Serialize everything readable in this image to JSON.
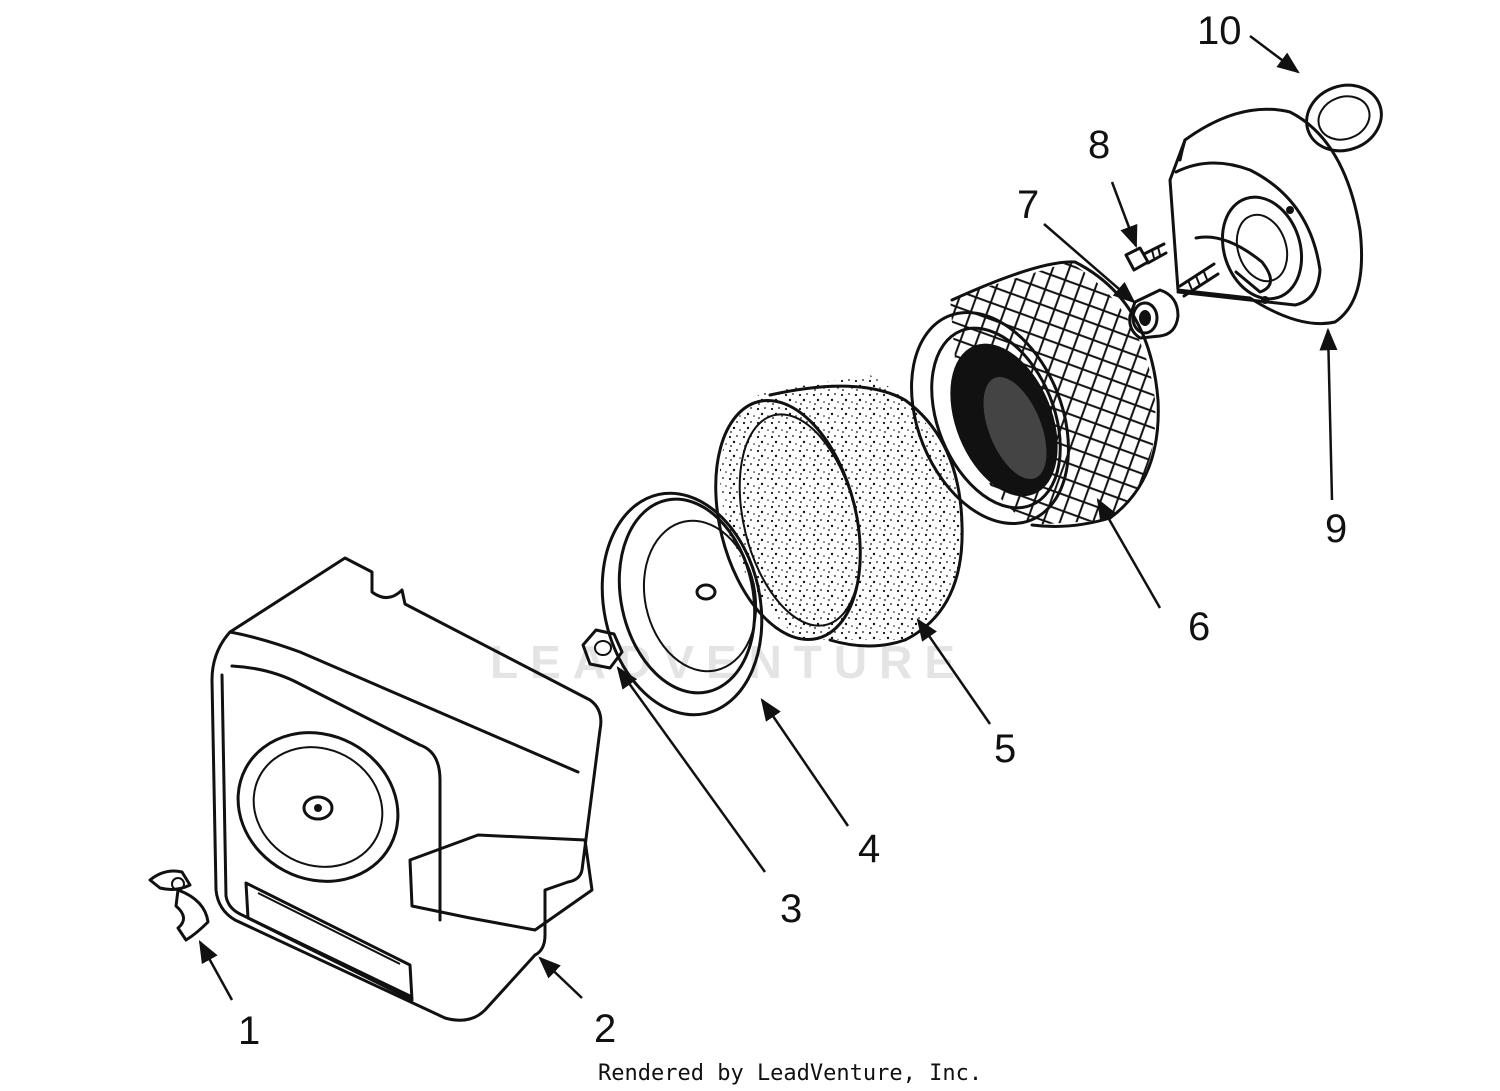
{
  "watermark": {
    "text": "LEADVENTURE"
  },
  "credit": {
    "text": "Rendered by LeadVenture, Inc."
  },
  "callouts": [
    {
      "id": "1",
      "label": "1"
    },
    {
      "id": "2",
      "label": "2"
    },
    {
      "id": "3",
      "label": "3"
    },
    {
      "id": "4",
      "label": "4"
    },
    {
      "id": "5",
      "label": "5"
    },
    {
      "id": "6",
      "label": "6"
    },
    {
      "id": "7",
      "label": "7"
    },
    {
      "id": "8",
      "label": "8"
    },
    {
      "id": "9",
      "label": "9"
    },
    {
      "id": "10",
      "label": "10"
    }
  ],
  "colors": {
    "ink": "#111111",
    "background": "#ffffff",
    "watermark": "#e4e4e4"
  }
}
